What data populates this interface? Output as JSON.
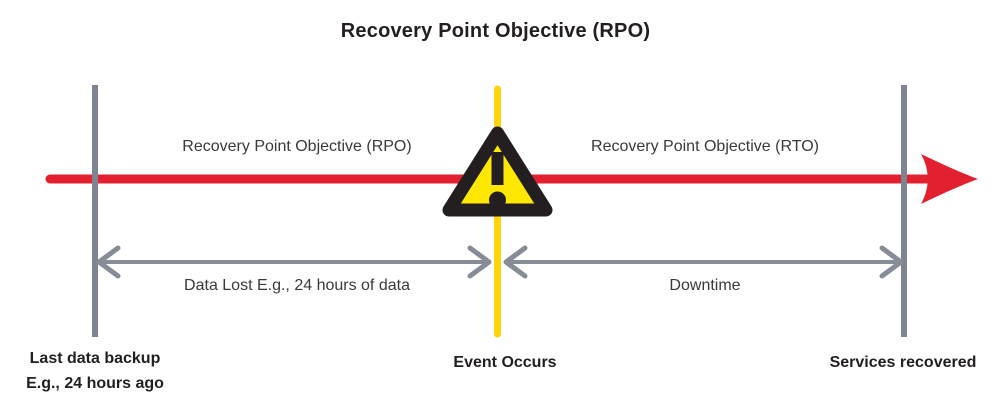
{
  "title": "Recovery Point Objective (RPO)",
  "colors": {
    "timeline_red": "#E2202F",
    "marker_gray": "#7E8490",
    "span_arrow_gray": "#878D96",
    "event_line_yellow": "#FFD40A",
    "warning_fill_yellow": "#FFE800",
    "ink": "#231F20",
    "text_dark": "#3B3A39"
  },
  "icons": {
    "warning": "warning-triangle-icon"
  },
  "segments": {
    "left_label": "Recovery Point Objective (RPO)",
    "right_label": "Recovery Point Objective (RTO)"
  },
  "spans": {
    "left_label": "Data Lost E.g., 24 hours of data",
    "right_label": "Downtime"
  },
  "markers": {
    "left_line1": "Last data backup",
    "left_line2": "E.g., 24 hours ago",
    "center": "Event Occurs",
    "right": "Services recovered"
  }
}
